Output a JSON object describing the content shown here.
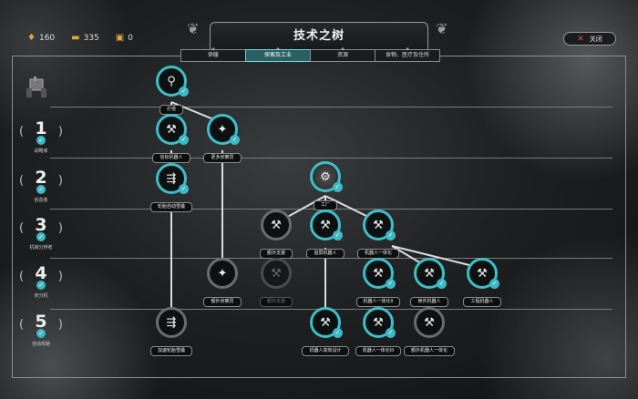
{
  "resources": [
    {
      "icon": "coal-icon",
      "glyph": "♦",
      "value": "160"
    },
    {
      "icon": "wood-icon",
      "glyph": "▬",
      "value": "335"
    },
    {
      "icon": "steel-icon",
      "glyph": "▣",
      "value": "0"
    }
  ],
  "title": "技术之树",
  "close_label": "关闭",
  "tabs": [
    {
      "label": "供暖",
      "active": false
    },
    {
      "label": "探索及工业",
      "active": true
    },
    {
      "label": "资源",
      "active": false
    },
    {
      "label": "食物、医疗及住所",
      "active": false
    }
  ],
  "tiers": [
    {
      "num": "1",
      "label": "战略家"
    },
    {
      "num": "2",
      "label": "创造者"
    },
    {
      "num": "3",
      "label": "机械分辨者"
    },
    {
      "num": "4",
      "label": "侦分机"
    },
    {
      "num": "5",
      "label": "自动规避"
    }
  ],
  "nodes": [
    {
      "id": "n0",
      "label": "灯塔",
      "glyph": "⚲",
      "state": "done"
    },
    {
      "id": "n1",
      "label": "信标机器人",
      "glyph": "⚒",
      "state": "done"
    },
    {
      "id": "n2",
      "label": "更多侦察员",
      "glyph": "✦",
      "state": "done"
    },
    {
      "id": "n3",
      "label": "轮胎自动雪橇",
      "glyph": "⇶",
      "state": "done"
    },
    {
      "id": "n4",
      "label": "工厂",
      "glyph": "⚙",
      "state": "done"
    },
    {
      "id": "n5",
      "label": "额外支援",
      "glyph": "⚒",
      "state": "dark"
    },
    {
      "id": "n6",
      "label": "首屏机器人",
      "glyph": "⚒",
      "state": "done"
    },
    {
      "id": "n7",
      "label": "机器人一体化",
      "glyph": "⚒",
      "state": "done"
    },
    {
      "id": "n8",
      "label": "额外侦察员",
      "glyph": "✦",
      "state": "dark"
    },
    {
      "id": "n9",
      "label": "额外支援",
      "glyph": "⚒",
      "state": "locked"
    },
    {
      "id": "n10",
      "label": "机器人一体化II",
      "glyph": "⚒",
      "state": "done"
    },
    {
      "id": "n11",
      "label": "换件机器人",
      "glyph": "⚒",
      "state": "done"
    },
    {
      "id": "n12",
      "label": "工程机器人",
      "glyph": "⚒",
      "state": "done"
    },
    {
      "id": "n13",
      "label": "加速轮胎雪橇",
      "glyph": "⇶",
      "state": "dark"
    },
    {
      "id": "n14",
      "label": "机器人高效设计",
      "glyph": "⚒",
      "state": "done"
    },
    {
      "id": "n15",
      "label": "机器人一体化III",
      "glyph": "⚒",
      "state": "done"
    },
    {
      "id": "n16",
      "label": "额外机器人一体化",
      "glyph": "⚒",
      "state": "dark"
    }
  ],
  "colors": {
    "accent": "#3cc0c8",
    "frame": "#8e8e8e",
    "close": "#e04a4a"
  }
}
